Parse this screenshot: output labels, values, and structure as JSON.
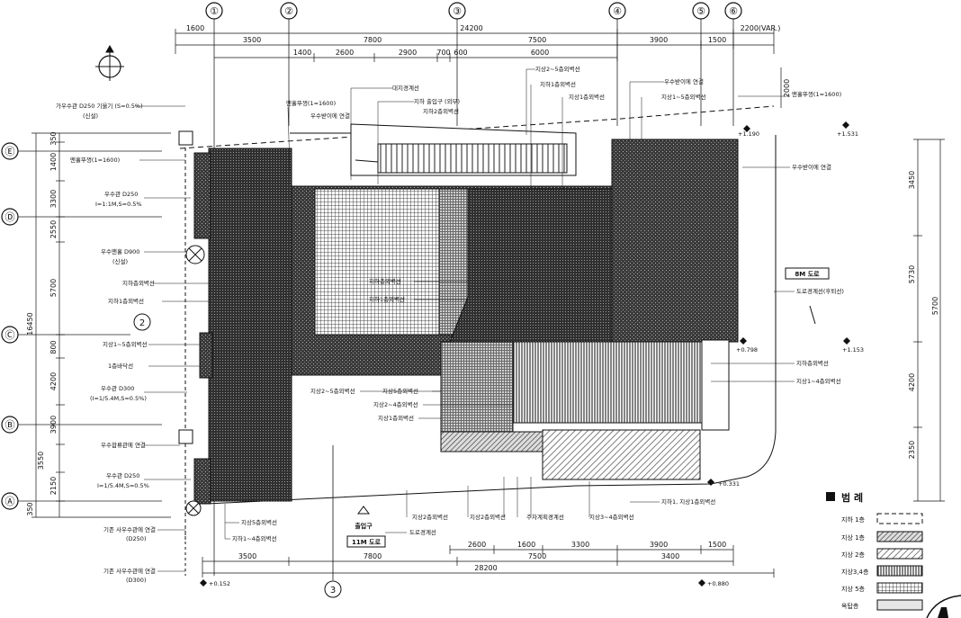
{
  "grid_columns": [
    "①",
    "②",
    "③",
    "④",
    "⑤",
    "⑥"
  ],
  "grid_rows": [
    "Ⓔ",
    "Ⓓ",
    "Ⓒ",
    "Ⓑ",
    "Ⓐ"
  ],
  "top_dims": {
    "total": "24200",
    "right_var": "2200(VAR.)",
    "left_small": "1600",
    "row2": [
      "3500",
      "7800",
      "7500",
      "3900",
      "1500"
    ],
    "row3": [
      "1400",
      "2600",
      "2900",
      "700",
      "600",
      "6000"
    ]
  },
  "bottom_dims": {
    "row1": [
      "2600",
      "1600",
      "3300",
      "3900",
      "1500"
    ],
    "row2": [
      "3500",
      "7800",
      "7500",
      "3400"
    ],
    "total": "28200"
  },
  "left_dims": {
    "outer": "16450",
    "inner": [
      "350",
      "1400",
      "3300",
      "2550",
      "5700",
      "800",
      "4200",
      "3900",
      "3550",
      "2150",
      "350"
    ]
  },
  "right_dims": [
    "3450",
    "5730",
    "4200",
    "2350"
  ],
  "right_dim_total": "5700",
  "top_right_dim": "2000",
  "annotations": {
    "a1": "가우수관 D250 기울기 (S=0.5%)",
    "a2": "맨홀뚜껑(1=1600)",
    "a3": "우수관 D250",
    "a4": "I=1:1M,S=0.5%",
    "a5": "우수맨홀 D900",
    "a6": "(신설)",
    "a7": "지하층외벽선",
    "a8": "지하1층외벽선",
    "a9": "지상1~5층외벽선",
    "a10": "1층바닥선",
    "a11": "우수관 D300",
    "a12": "우수합류관에 연결",
    "a13": "우수관 D250",
    "a14": "I=1/5.4M,S=0.5%",
    "a15": "기존 사우수관에 연결",
    "a16": "(D250)",
    "a17": "기존 사우수관에 연결",
    "a18": "(D300)",
    "a19": "지상5층외벽선",
    "a20": "지하1~4층외벽선",
    "a21": "출입구",
    "a22": "11M 도로",
    "a23": "도로경계선",
    "a24": "지하층외벽선",
    "a25": "지상2층외벽선",
    "a26": "주차계획경계선",
    "a27": "지상3~4층외벽선",
    "a28": "지하1, 지상1층외벽선",
    "a29": "지상2~5층외벽선",
    "a30": "지상5층외벽선",
    "a31": "지상2~4층외벽선",
    "a32": "지상1층외벽선",
    "a33": "지하층외벽선",
    "a34": "지상1~4층외벽선",
    "a35": "8M 도로",
    "a36": "도로경계선(후퇴선)",
    "a37": "우수받이에 연결",
    "a38": "맨홀뚜껑(1=1600)",
    "a39": "지상1층외벽선",
    "a40": "지상2~5층외벽선",
    "a41": "지상1~5층외벽선",
    "a42": "우수받이에 연결",
    "a43": "지하2층외벽선",
    "a44": "지하1층외벽선",
    "a45": "지상1~5층외벽선",
    "a46": "(신설)",
    "a47": "대지경계선",
    "a48": "지하 출입구 (외부)",
    "a49": "(I=1/5.4M,S=0.5%)"
  },
  "elevations": [
    "+1.190",
    "+1.531",
    "+0.798",
    "+1.153",
    "+0.152",
    "+0.331",
    "+0.880"
  ],
  "section_markers": [
    "2",
    "3"
  ],
  "legend": {
    "title": "범  례",
    "items": [
      "지하 1층",
      "지상 1층",
      "지상 2층",
      "지상3,4층",
      "지상 5층",
      "옥탑층"
    ]
  }
}
